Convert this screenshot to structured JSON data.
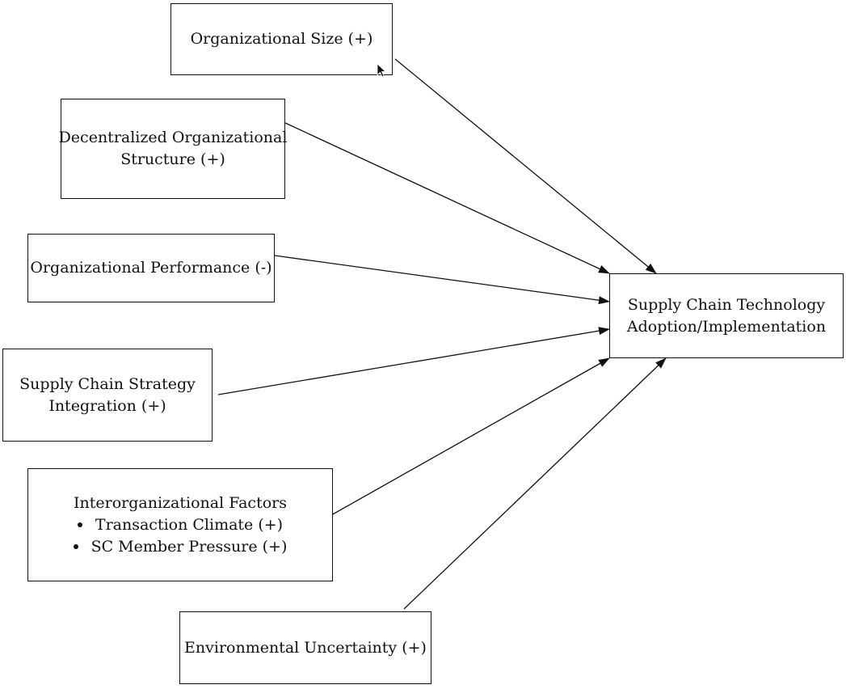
{
  "diagram": {
    "target": {
      "line1": "Supply Chain Technology",
      "line2": "Adoption/Implementation"
    },
    "factors": {
      "org_size": "Organizational Size (+)",
      "decentralized": {
        "line1": "Decentralized Organizational",
        "line2": "Structure (+)"
      },
      "performance": "Organizational Performance (-)",
      "strategy": {
        "line1": "Supply Chain Strategy",
        "line2": "Integration (+)"
      },
      "interorg": {
        "title": "Interorganizational Factors",
        "items": [
          "Transaction Climate (+)",
          "SC Member Pressure (+)"
        ]
      },
      "environment": "Environmental Uncertainty (+)"
    }
  }
}
